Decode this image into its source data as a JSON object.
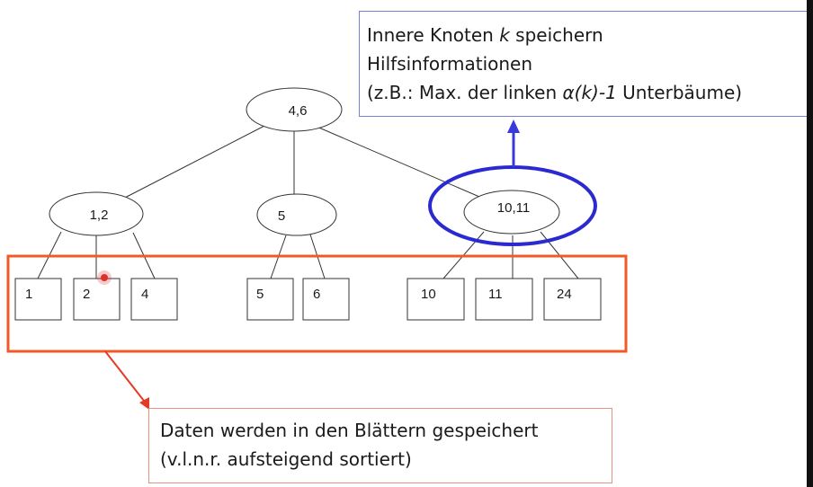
{
  "tree": {
    "root": {
      "label": "4,6"
    },
    "inner": [
      {
        "label": "1,2"
      },
      {
        "label": "5"
      },
      {
        "label": "10,11"
      }
    ],
    "leaves": [
      {
        "label": "1"
      },
      {
        "label": "2"
      },
      {
        "label": "4"
      },
      {
        "label": "5"
      },
      {
        "label": "6"
      },
      {
        "label": "10"
      },
      {
        "label": "11"
      },
      {
        "label": "24"
      }
    ]
  },
  "callouts": {
    "inner_nodes": {
      "line1_pre": "Innere Knoten ",
      "line1_var": "k",
      "line1_post": " speichern",
      "line2": "Hilfsinformationen",
      "line3_pre": "(z.B.: Max. der linken ",
      "line3_var": "α(k)-1",
      "line3_post": " Unterbäume)"
    },
    "leaves": {
      "line1": "Daten werden in den Blättern gespeichert",
      "line2": "(v.l.n.r. aufsteigend sortiert)"
    }
  },
  "colors": {
    "highlight_inner": "#2a2ad0",
    "highlight_leaves": "#f05a28",
    "arrow_inner": "#3a3ad8",
    "arrow_leaves": "#e53a24",
    "pointer_dot": "#e0302a"
  }
}
